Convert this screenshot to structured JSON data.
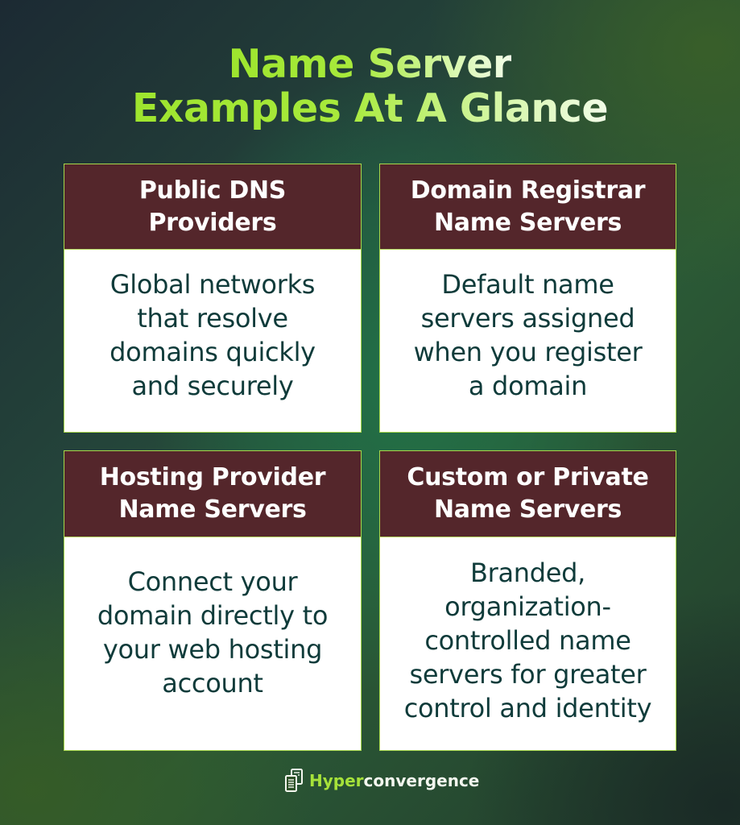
{
  "title": {
    "line1": "Name Server",
    "line2": "Examples At A Glance"
  },
  "cards": [
    {
      "heading": "Public DNS\nProviders",
      "body": "Global networks\nthat resolve\ndomains quickly\nand securely"
    },
    {
      "heading": "Domain Registrar\nName Servers",
      "body": "Default name\nservers assigned\nwhen you register\na domain"
    },
    {
      "heading": "Hosting Provider\nName Servers",
      "body": "Connect your\ndomain directly to\nyour web hosting\naccount"
    },
    {
      "heading": "Custom or Private\nName Servers",
      "body": "Branded,\norganization-\ncontrolled name\nservers for greater\ncontrol and identity"
    }
  ],
  "brand": {
    "icon": "server-stack-icon",
    "part1": "Hyper",
    "part2": "convergence"
  },
  "colors": {
    "title_start": "#9ee52e",
    "title_end": "#f2fde8",
    "card_header": "#54262b",
    "card_border": "#a7d84a",
    "body_text": "#0f3b3a",
    "brand_accent": "#a6e23a"
  }
}
